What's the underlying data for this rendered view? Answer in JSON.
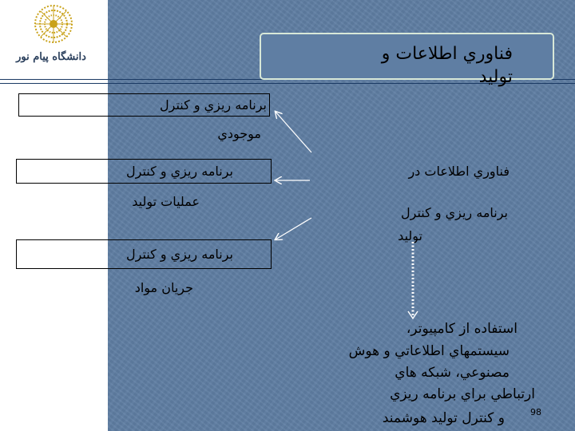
{
  "logo": {
    "text": "دانشگاه پیام نور",
    "color": "#c9a21a"
  },
  "title": {
    "line1": "فناوري   اطلاعات   و",
    "line2": "توليد"
  },
  "top_box": {
    "line1": "برنامه   ريزي   و   كنترل",
    "line2": "موجودي"
  },
  "left_box_1": {
    "line1": "برنامه   ريزي   و   كنترل",
    "line2": "عمليات   توليد"
  },
  "left_box_2": {
    "line1": "برنامه   ريزي   و   كنترل",
    "line2": "جريان   مواد"
  },
  "center": {
    "line1": "فناوري   اطلاعات   در",
    "line2": "برنامه   ريزي   و   كنترل",
    "line3": "توليد"
  },
  "bottom": {
    "line1": "استفاده   از   كامپيوتر،",
    "line2": "سيستمهاي اطلاعاتي و هوش",
    "line3": "مصنوعي،   شبكه   هاي",
    "line4": "ارتباطي   براي   برنامه   ريزي",
    "line5": "و   كنترل   توليد   هوشمند"
  },
  "page_number": "98",
  "colors": {
    "background": "#5f7ea3",
    "lines": "#1b3a64",
    "title_border": "#d8e8d8",
    "dotted_arrow": "#ffffff"
  }
}
